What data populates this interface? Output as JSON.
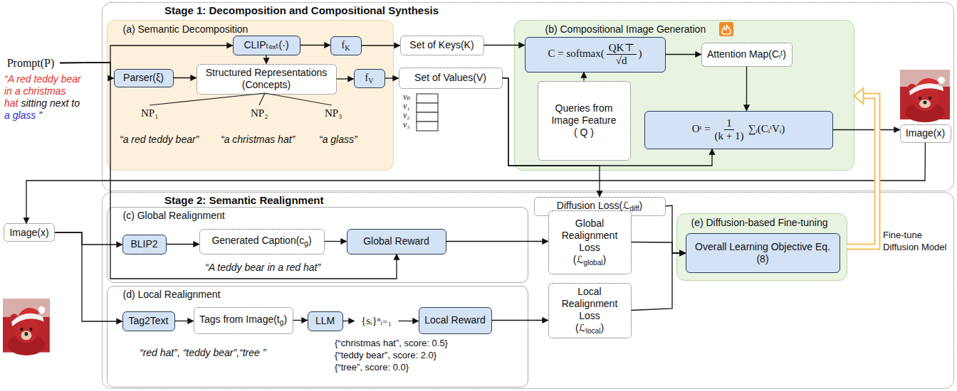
{
  "diagram": {
    "nodes": [
      {
        "text": [
          "Prompt(P)"
        ]
      },
      {
        "text": [
          "Stage 1: Decomposition and Compositional Synthesis"
        ]
      },
      {
        "text": [
          "(a) Semantic Decomposition"
        ],
        "in": 1
      },
      {
        "text": [
          "CLIPₜₑₓₜ(·)"
        ],
        "in": 2
      },
      {
        "text": [
          "f",
          "K"
        ],
        "in": 2
      },
      {
        "text": [
          "Parser(ξ)"
        ],
        "in": 2
      },
      {
        "text": [
          "Structured Representations (Concepts)"
        ],
        "in": 2
      },
      {
        "text": [
          "f",
          "V"
        ],
        "in": 2
      },
      {
        "text": [
          "Set of Keys(K)"
        ],
        "in": 1
      },
      {
        "text": [
          "Set of Values(V)"
        ],
        "in": 1
      },
      {
        "text": [
          "(b) Compositional Image Generation"
        ],
        "in": 1
      },
      {
        "text": [
          "C = softmax(",
          "QK⊤",
          "√d",
          ")"
        ],
        "in": 10
      },
      {
        "text": [
          "Attention Map(Cᵢᵗ)"
        ],
        "in": 10
      },
      {
        "text": [
          "Queries from Image Feature",
          "( Q )"
        ],
        "in": 10
      },
      {
        "text": [
          "Oᵗ =",
          "1",
          "(k + 1)",
          "∑ᵢ(CᵢᵗVᵢ)"
        ],
        "in": 10
      },
      {
        "text": [
          "Image(x)"
        ],
        "in": 1
      },
      {
        "text": [
          "Image(x)"
        ]
      },
      {
        "text": [
          "Stage 2: Semantic Realignment"
        ]
      },
      {
        "text": [
          "Diffusion Loss(ℒ",
          "diff",
          ")"
        ],
        "in": 17
      },
      {
        "text": [
          "(c) Global Realignment"
        ],
        "in": 17
      },
      {
        "text": [
          "BLIP2"
        ],
        "in": 19
      },
      {
        "text": [
          "Generated Caption(c",
          "g",
          ")"
        ],
        "in": 19
      },
      {
        "text": [
          "Global Reward"
        ],
        "in": 19
      },
      {
        "text": [
          "Global Realignment Loss",
          "(ℒ",
          "global",
          ")"
        ],
        "in": 17
      },
      {
        "text": [
          "(e) Diffusion-based Fine-tuning"
        ],
        "in": 17
      },
      {
        "text": [
          "Overall Learning Objective Eq.(8)"
        ],
        "in": 24
      },
      {
        "text": [
          "(d) Local Realignment"
        ],
        "in": 17
      },
      {
        "text": [
          "Tag2Text"
        ],
        "in": 26
      },
      {
        "text": [
          "Tags from Image(t",
          "g",
          ")"
        ],
        "in": 26
      },
      {
        "text": [
          "LLM"
        ],
        "in": 26
      },
      {
        "text": [
          "{sᵢ}ⁿᵢ₌₁"
        ],
        "in": 26
      },
      {
        "text": [
          "Local Reward"
        ],
        "in": 26
      },
      {
        "text": [
          "Local Realignment Loss",
          "(ℒ",
          "local",
          ")"
        ],
        "in": 17
      }
    ],
    "edges": [
      {
        "from": 0,
        "to": 3,
        "arrow": "to"
      },
      {
        "from": 0,
        "to": 5,
        "arrow": "to"
      },
      {
        "from": 0,
        "to": 22,
        "arrow": "to"
      },
      {
        "from": 3,
        "to": 4,
        "arrow": "to"
      },
      {
        "from": 4,
        "to": 8,
        "arrow": "to"
      },
      {
        "from": 5,
        "to": 6,
        "arrow": "to"
      },
      {
        "from": 3,
        "to": 6,
        "arrow": "to"
      },
      {
        "from": 6,
        "to": 7,
        "arrow": "to"
      },
      {
        "from": 7,
        "to": 9,
        "arrow": "to"
      },
      {
        "from": 8,
        "to": 11,
        "arrow": "to"
      },
      {
        "from": 13,
        "to": 11,
        "arrow": "to"
      },
      {
        "from": 11,
        "to": 12,
        "arrow": "to"
      },
      {
        "from": 12,
        "to": 14,
        "arrow": "to"
      },
      {
        "from": 9,
        "to": 14,
        "arrow": "to"
      },
      {
        "from": 9,
        "to": 18,
        "arrow": "to"
      },
      {
        "from": 14,
        "to": 15,
        "arrow": "to"
      },
      {
        "from": 15,
        "to": 16,
        "arrow": "to"
      },
      {
        "from": 16,
        "to": 20,
        "arrow": "to"
      },
      {
        "from": 16,
        "to": 27,
        "arrow": "to"
      },
      {
        "from": 20,
        "to": 21,
        "arrow": "to"
      },
      {
        "from": 21,
        "to": 22,
        "arrow": "to"
      },
      {
        "from": 22,
        "to": 23,
        "arrow": "to"
      },
      {
        "from": 27,
        "to": 28,
        "arrow": "to"
      },
      {
        "from": 28,
        "to": 29,
        "arrow": "to"
      },
      {
        "from": 29,
        "to": 30,
        "arrow": "to"
      },
      {
        "from": 30,
        "to": 31,
        "arrow": "to"
      },
      {
        "from": 31,
        "to": 32,
        "arrow": "to"
      },
      {
        "from": 18,
        "to": 25,
        "arrow": "to"
      },
      {
        "from": 23,
        "to": 25,
        "arrow": "to"
      },
      {
        "from": 32,
        "to": 25,
        "arrow": "to"
      },
      {
        "from": 24,
        "to": 10,
        "arrow": "to"
      }
    ],
    "labels": [
      "“A red teddy bear",
      "in",
      "a christmas",
      "hat",
      "sitting next to",
      "a glass",
      "”",
      "NP₁",
      "NP₂",
      "NP₃",
      "“a red teddy bear”",
      "“a christmas hat”",
      "“a glass”",
      "vₚ",
      "v₁",
      "v₂",
      "v₃",
      "“A teddy bear in a red hat”",
      "“red hat”, “teddy bear”,“tree ”",
      "{“christmas hat”, score: 0.5}",
      "{“teddy bear”, score: 2.0}",
      "{“tree”, score: 0.0}",
      "Fine-tune Diffusion Model"
    ]
  }
}
